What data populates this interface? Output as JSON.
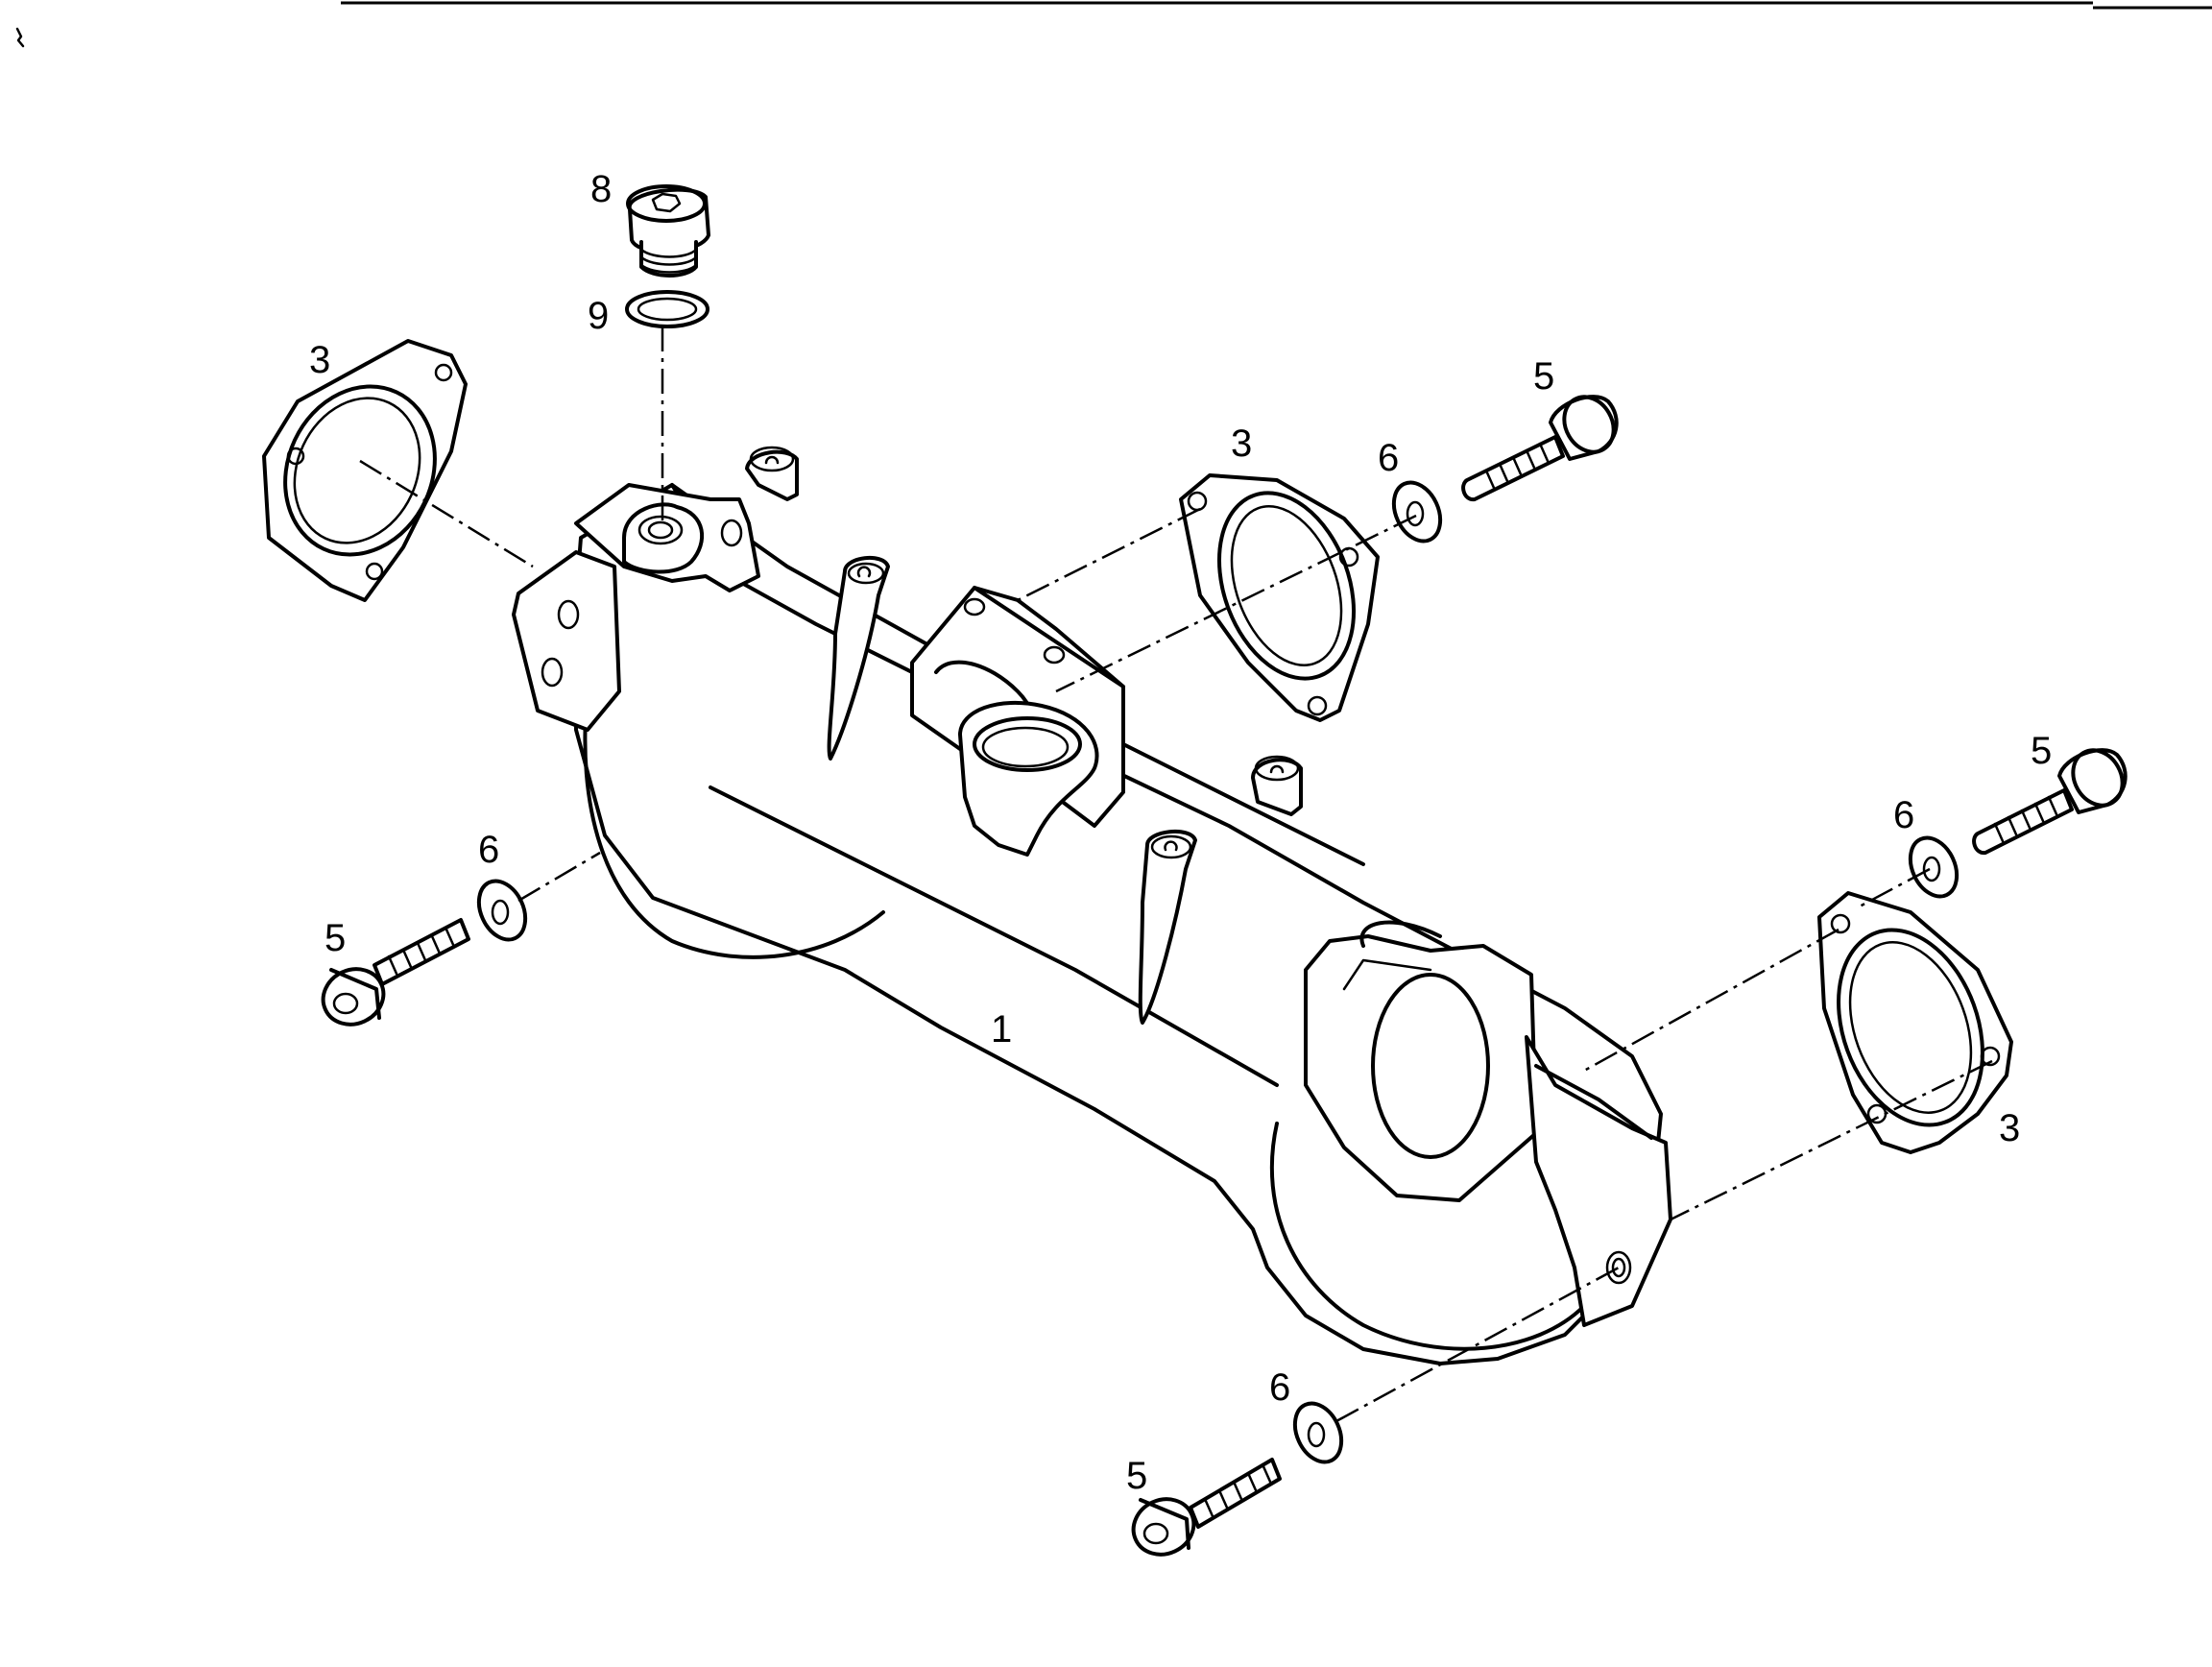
{
  "callouts": {
    "part_1": "1",
    "part_3a": "3",
    "part_3b": "3",
    "part_3c": "3",
    "part_5a": "5",
    "part_5b": "5",
    "part_5c": "5",
    "part_5d": "5",
    "part_6a": "6",
    "part_6b": "6",
    "part_6c": "6",
    "part_6d": "6",
    "part_8": "8",
    "part_9": "9"
  }
}
